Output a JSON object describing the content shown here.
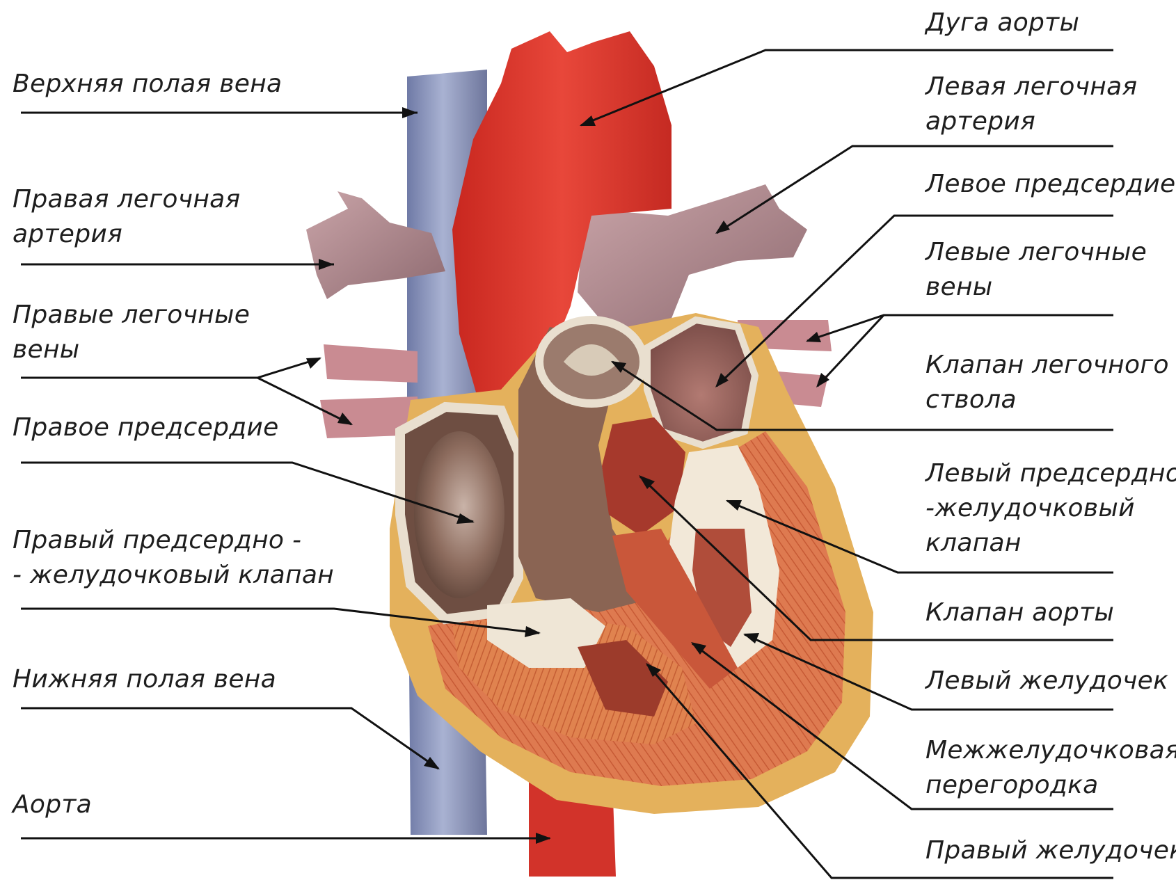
{
  "diagram": {
    "left_labels": [
      {
        "id": "svc",
        "lines": [
          "Верхняя полая вена"
        ]
      },
      {
        "id": "rpa",
        "lines": [
          "Правая легочная",
          "артерия"
        ]
      },
      {
        "id": "rpv",
        "lines": [
          "Правые легочные",
          "вены"
        ]
      },
      {
        "id": "ra",
        "lines": [
          "Правое предсердие"
        ]
      },
      {
        "id": "ravv",
        "lines": [
          "Правый предсердно -",
          "- желудочковый клапан"
        ]
      },
      {
        "id": "ivc",
        "lines": [
          "Нижняя полая вена"
        ]
      },
      {
        "id": "ao",
        "lines": [
          "Аорта"
        ]
      }
    ],
    "right_labels": [
      {
        "id": "arch",
        "lines": [
          "Дуга аорты"
        ]
      },
      {
        "id": "lpa",
        "lines": [
          "Левая легочная",
          "артерия"
        ]
      },
      {
        "id": "la",
        "lines": [
          "Левое предсердие"
        ]
      },
      {
        "id": "lpv",
        "lines": [
          "Левые легочные",
          "вены"
        ]
      },
      {
        "id": "pv",
        "lines": [
          "Клапан легочного",
          "ствола"
        ]
      },
      {
        "id": "lavv",
        "lines": [
          "Левый предсердно-",
          "-желудочковый",
          "клапан"
        ]
      },
      {
        "id": "av",
        "lines": [
          "Клапан аорты"
        ]
      },
      {
        "id": "lv",
        "lines": [
          "Левый желудочек"
        ]
      },
      {
        "id": "ivs",
        "lines": [
          "Межжелудочковая",
          "перегородка"
        ]
      },
      {
        "id": "rv",
        "lines": [
          "Правый желудочек"
        ]
      }
    ],
    "colors": {
      "artery": "#d9372c",
      "vein": "#8a93b8",
      "pulmonary": "#b88d95",
      "muscle": "#d9704a",
      "fat": "#e2b25a",
      "chamber": "#8c6a5c",
      "valve": "#e9dfcf",
      "line": "#111111"
    }
  }
}
